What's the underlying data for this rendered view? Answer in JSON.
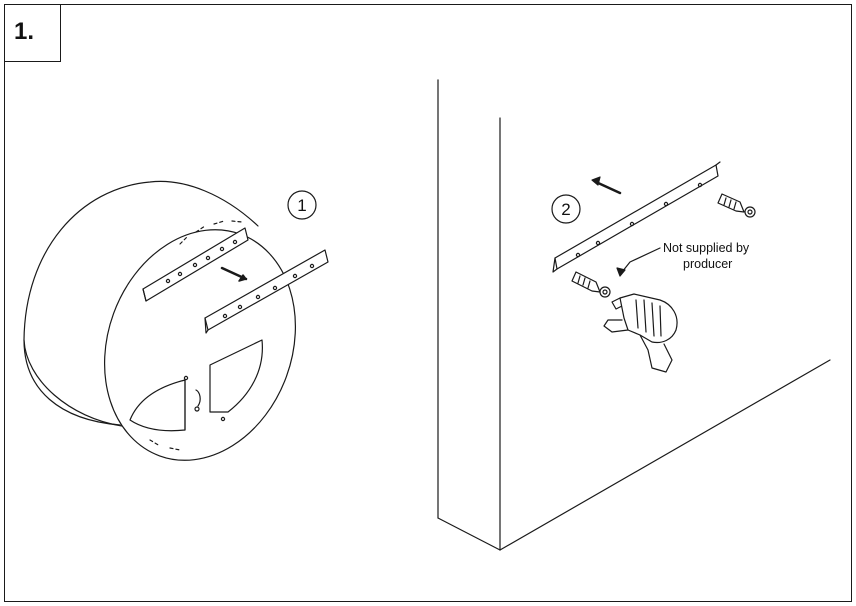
{
  "step": {
    "number": "1."
  },
  "callouts": {
    "one": "1",
    "two": "2"
  },
  "note": {
    "line1": "Not supplied by",
    "line2": "producer"
  },
  "colors": {
    "stroke": "#1a1a1a",
    "fill": "#ffffff",
    "light": "#dcdcdc"
  },
  "icons": [
    "dispenser-drum",
    "mounting-bracket",
    "arrow",
    "wall-plug",
    "screw",
    "power-drill",
    "wall"
  ]
}
